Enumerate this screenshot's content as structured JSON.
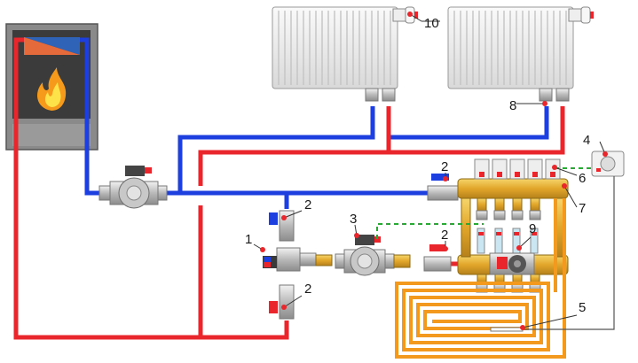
{
  "diagram": {
    "description_numbers": {
      "mixing_valve": "1",
      "ball_valve": "2",
      "circulation_pump_mixing": "3",
      "room_thermostat": "4",
      "floor_loop_sensor": "5",
      "manifold_actuators": "6",
      "manifold": "7",
      "radiator_valve": "8",
      "manifold_pump_group": "9",
      "thermostatic_head": "10"
    },
    "colors": {
      "supply": "#e8262b",
      "return": "#1d3fe0",
      "floor_loop": "#f39a1e",
      "brass": "#e7b43a",
      "control_line": "#2aa836"
    },
    "icons": {
      "boiler": "boiler-icon",
      "flame": "flame-icon",
      "pump": "circulation-pump-icon",
      "radiator": "radiator-icon",
      "thermostat": "thermostat-icon"
    }
  }
}
